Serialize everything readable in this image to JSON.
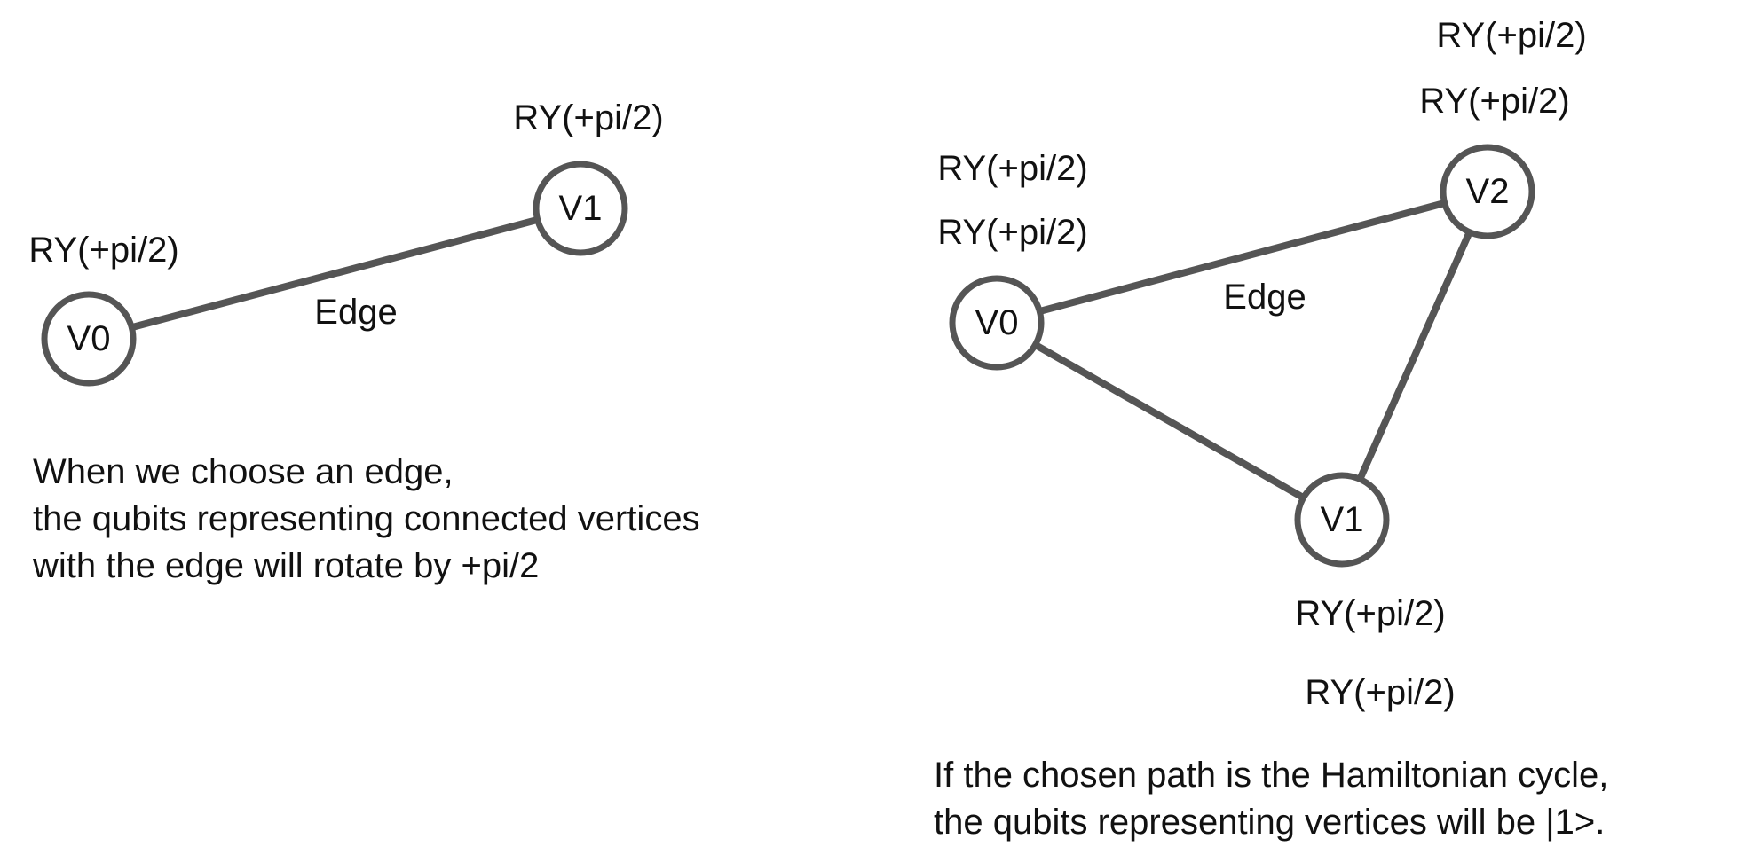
{
  "left_graph": {
    "edge_label": "Edge",
    "vertices": [
      {
        "id": "V0",
        "gates": [
          "RY(+pi/2)"
        ]
      },
      {
        "id": "V1",
        "gates": [
          "RY(+pi/2)"
        ]
      }
    ]
  },
  "right_graph": {
    "edge_label": "Edge",
    "vertices": [
      {
        "id": "V0",
        "gates": [
          "RY(+pi/2)",
          "RY(+pi/2)"
        ]
      },
      {
        "id": "V1",
        "gates": [
          "RY(+pi/2)",
          "RY(+pi/2)"
        ]
      },
      {
        "id": "V2",
        "gates": [
          "RY(+pi/2)",
          "RY(+pi/2)"
        ]
      }
    ]
  },
  "captions": {
    "left": [
      "When we choose an edge,",
      "the qubits representing connected vertices",
      "with the edge will rotate by +pi/2"
    ],
    "right": [
      "If the chosen path is the Hamiltonian cycle,",
      "the qubits representing vertices will be |1>."
    ]
  },
  "colors": {
    "stroke": "#555555",
    "text": "#111111",
    "background": "#ffffff"
  }
}
